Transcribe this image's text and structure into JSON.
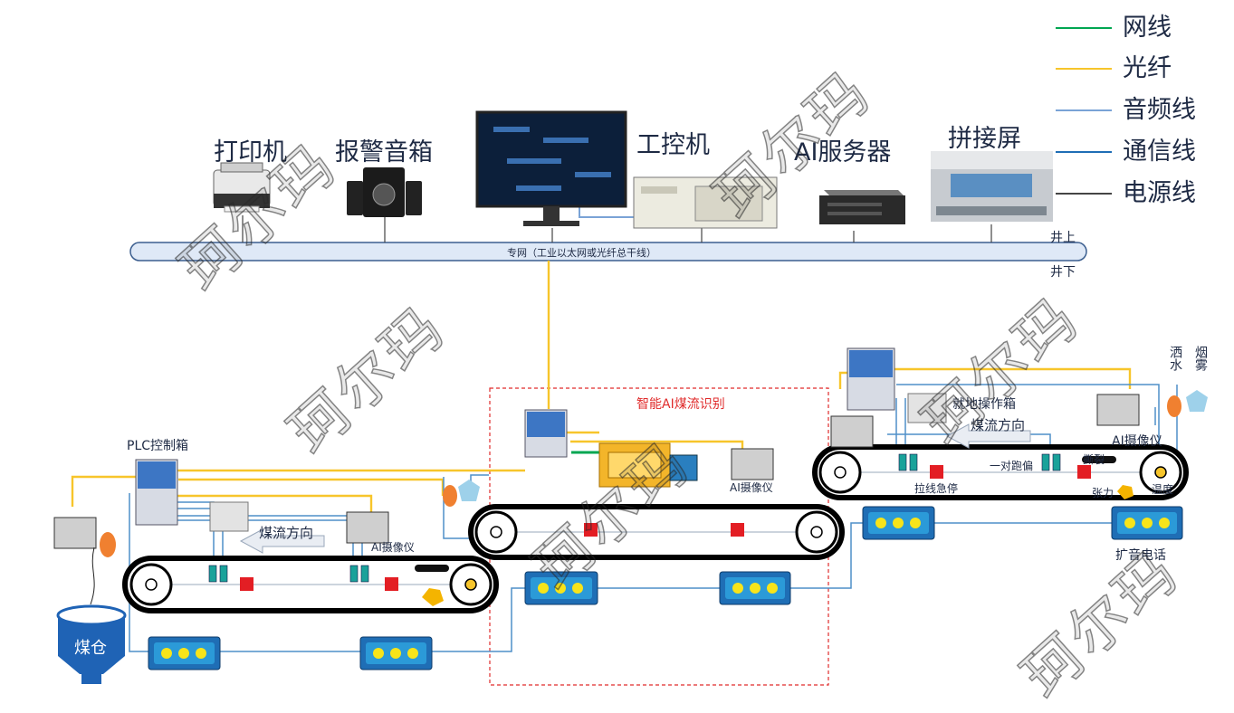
{
  "legend": [
    {
      "label": "网线",
      "color": "#00a651"
    },
    {
      "label": "光纤",
      "color": "#f7c52b"
    },
    {
      "label": "音频线",
      "color": "#7aa3d6"
    },
    {
      "label": "通信线",
      "color": "#1f6eb5"
    },
    {
      "label": "电源线",
      "color": "#444444"
    }
  ],
  "top_devices": {
    "printer": "打印机",
    "alarm_speaker": "报警音箱",
    "ipc": "工控机",
    "ai_server": "AI服务器",
    "splice_screen": "拼接屏"
  },
  "network": {
    "bus_label": "专网（工业以太网或光纤总干线）",
    "above_ground": "井上",
    "below_ground": "井下"
  },
  "field": {
    "plc_box": "PLC控制箱",
    "ai_zone_title": "智能AI煤流识别",
    "local_box": "就地操作箱",
    "flow_dir_left": "煤流方向",
    "flow_dir_right": "煤流方向",
    "ai_camera_left": "AI摄像仪",
    "ai_camera_mid": "AI摄像仪",
    "ai_camera_right": "AI摄像仪",
    "sprinkler": "洒水",
    "smoke": "烟雾",
    "deviation": "一对跑偏",
    "tear": "撕裂",
    "pull_stop": "拉线急停",
    "tension": "张力",
    "temperature": "温度",
    "pa_phone": "扩音电话",
    "coal_bin": "煤仓"
  },
  "watermark": "珂尔玛",
  "colors": {
    "orange_line": "#f7c52b",
    "blue_line": "#4f8fc8",
    "red_dash": "#e02b2b",
    "belt": "#000000"
  }
}
